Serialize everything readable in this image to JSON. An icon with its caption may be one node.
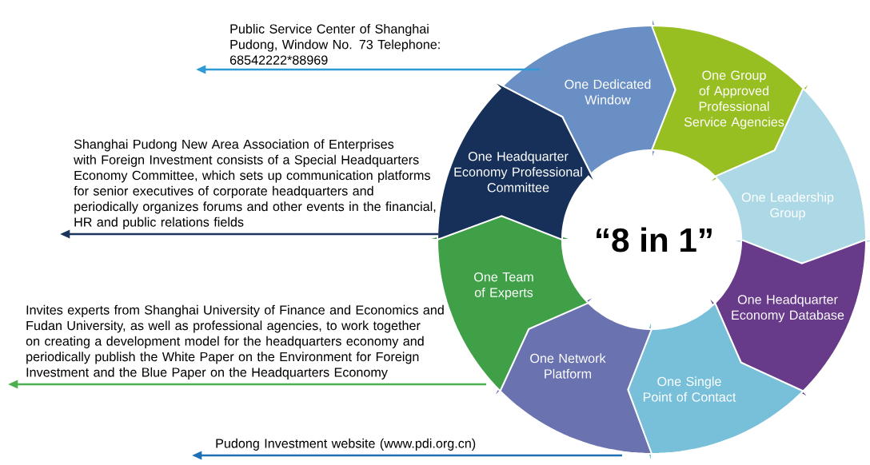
{
  "diagram": {
    "nodes": [
      {
        "text": [
          "One Dedicated Window"
        ]
      },
      {
        "text": [
          "One Group of Approved Professional Service Agencies"
        ]
      },
      {
        "text": [
          "One Leadership Group"
        ]
      },
      {
        "text": [
          "One Headquarter Economy Database"
        ]
      },
      {
        "text": [
          "One Single Point of Contact"
        ]
      },
      {
        "text": [
          "One Network Platform"
        ]
      },
      {
        "text": [
          "One Team of Experts"
        ]
      },
      {
        "text": [
          "One Headquarter Economy Professional Committee"
        ]
      }
    ],
    "edges": [
      {
        "from": 0,
        "to": null,
        "arrow": "to",
        "color": "#2e9bd6",
        "label": "Public Service Center of Shanghai Pudong, Window No. 73 Telephone: 68542222*88969"
      },
      {
        "from": 7,
        "to": null,
        "arrow": "to",
        "color": "#1c355e",
        "label": "Shanghai Pudong New Area Association of Enterprises with Foreign Investment consists of a Special Headquarters Economy Committee, which sets up communication platforms for senior executives of corporate headquarters and periodically organizes forums and other events in the financial, HR and public relations fields"
      },
      {
        "from": 6,
        "to": null,
        "arrow": "to",
        "color": "#4caf50",
        "label": "Invites experts from Shanghai University of Finance and Economics and Fudan University, as well as professional agencies, to work together on creating a development model for the headquarters economy and periodically publish the White Paper on the Environment for Foreign Investment and the Blue Paper on the Headquarters Economy"
      },
      {
        "from": 5,
        "to": null,
        "arrow": "to",
        "color": "#1f6fb5",
        "label": "Pudong Investment website (www.pdi.org.cn)"
      }
    ],
    "labels": [
      "“8 in 1”"
    ]
  }
}
